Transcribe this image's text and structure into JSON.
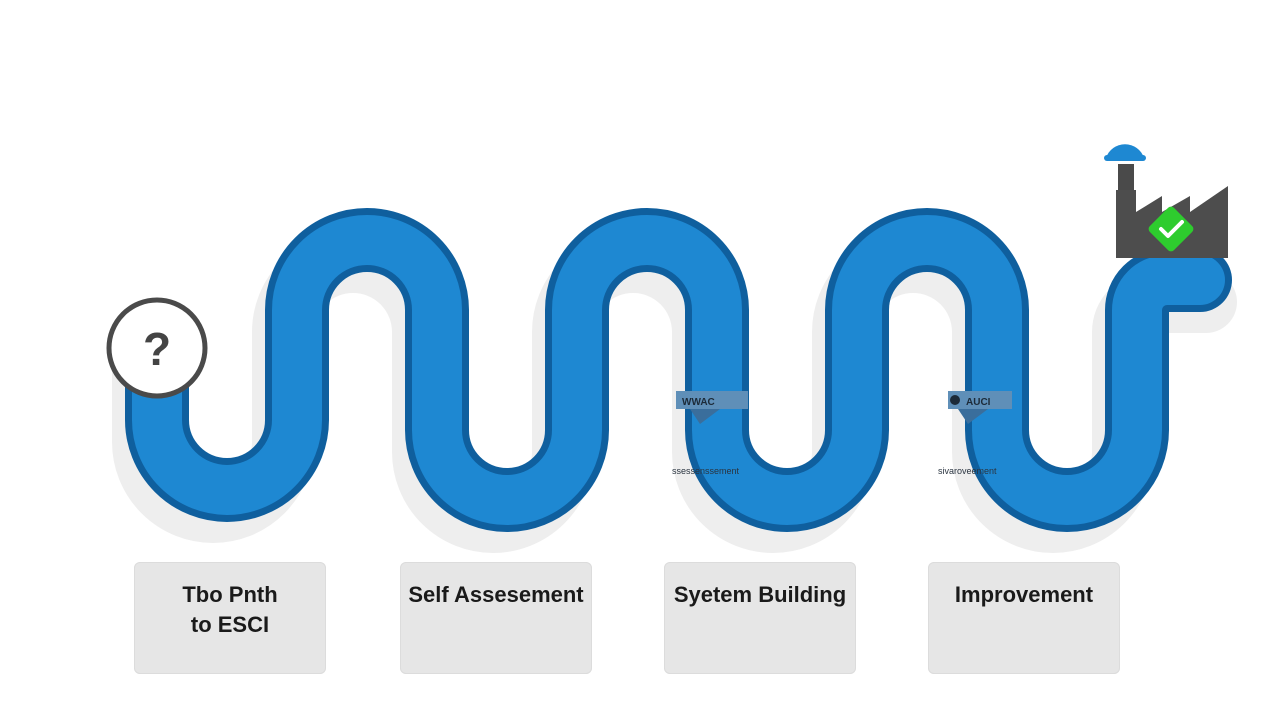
{
  "start_marker": {
    "symbol": "?",
    "icon": "question-icon"
  },
  "end_marker": {
    "icon": "factory-icon",
    "check_icon": "checkmark-icon",
    "check_color": "#2ecc2e"
  },
  "path": {
    "color": "#1e88d2",
    "outline_color": "#0f5f9e"
  },
  "tags": [
    {
      "text": "WWAC",
      "sub": "ssessenssement"
    },
    {
      "text": "AUCI",
      "sub": "sivaroveement"
    }
  ],
  "stages": [
    {
      "label": "Tbo Pnth\nto ESCI"
    },
    {
      "label": "Self Assesement"
    },
    {
      "label": "Syetem Building"
    },
    {
      "label": "Improvement"
    }
  ]
}
